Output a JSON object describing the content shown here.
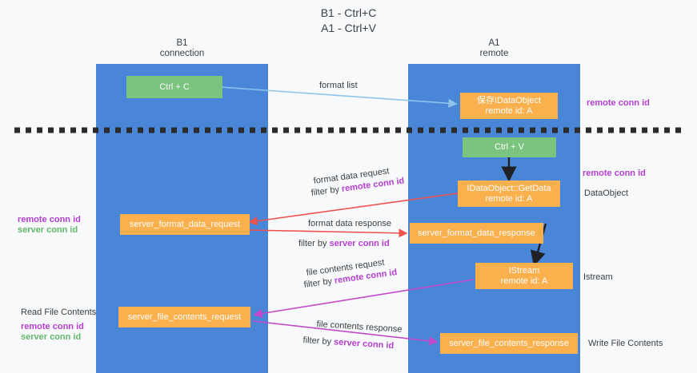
{
  "title": "B1 - Ctrl+C\nA1 - Ctrl+V",
  "lanes": [
    {
      "id": "b1",
      "head": "B1\nconnection"
    },
    {
      "id": "a1",
      "head": "A1\nremote"
    }
  ],
  "nodes": {
    "ctrl_c": {
      "label": "Ctrl + C"
    },
    "save_idataobject": {
      "line1": "保存IDataObject",
      "line2": "remote id: A"
    },
    "ctrl_v": {
      "label": "Ctrl + V"
    },
    "getdata": {
      "line1": "IDataObject::GetData",
      "line2": "remote id: A"
    },
    "server_format_data_request": {
      "label": "server_format_data_request"
    },
    "server_format_data_response": {
      "label": "server_format_data_response"
    },
    "istream": {
      "line1": "IStream",
      "line2": "remote id: A"
    },
    "server_file_contents_request": {
      "label": "server_file_contents_request"
    },
    "server_file_contents_response": {
      "label": "server_file_contents_response"
    }
  },
  "edges": {
    "format_list": "format list",
    "format_data_request": "format data request",
    "format_data_request_filter_prefix": "filter by ",
    "format_data_request_filter_key": "remote conn id",
    "format_data_response": "format data response",
    "format_data_response_filter_prefix": "filter by ",
    "format_data_response_filter_key": "server conn id",
    "file_contents_request": "file contents request",
    "file_contents_request_filter_prefix": "filter by ",
    "file_contents_request_filter_key": "remote conn id",
    "file_contents_response": "file contents response",
    "file_contents_response_filter_prefix": "filter by ",
    "file_contents_response_filter_key": "server conn id"
  },
  "annotations": {
    "right_remote_conn_id_1": "remote conn id",
    "right_remote_conn_id_2": "remote conn id",
    "right_dataobject": "DataObject",
    "right_istream": "Istream",
    "right_write_file_contents": "Write File Contents",
    "left_remote_conn_id_1": "remote conn id",
    "left_server_conn_id_1": "server conn id",
    "left_read_file_contents": "Read File Contents",
    "left_remote_conn_id_2": "remote conn id",
    "left_server_conn_id_2": "server conn id"
  },
  "colors": {
    "lane": "#4a86d8",
    "node_green": "#7ac47f",
    "node_orange": "#fbb04e",
    "purple": "#b23fd0",
    "green": "#62b96a",
    "wire_blue": "#8fc4ea",
    "wire_red": "#ef5350",
    "wire_magenta": "#c349c9",
    "wire_black": "#202124",
    "background": "#f8f9fa"
  }
}
